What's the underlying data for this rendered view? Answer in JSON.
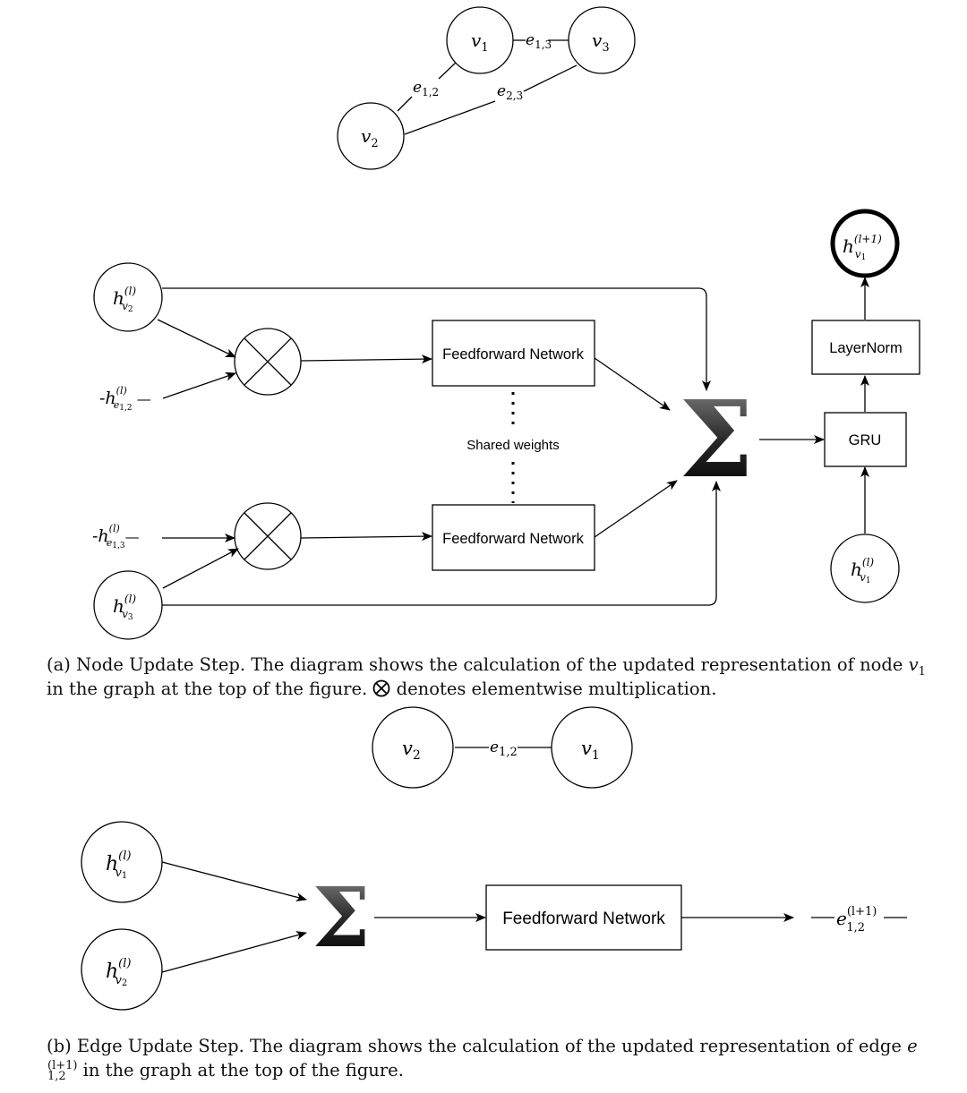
{
  "diagram": {
    "top_graph": {
      "nodes": {
        "v1": "v",
        "v1_sub": "1",
        "v2": "v",
        "v2_sub": "2",
        "v3": "v",
        "v3_sub": "3"
      },
      "edges": {
        "e12": "e",
        "e12_sub": "1,2",
        "e13": "e",
        "e13_sub": "1,3",
        "e23": "e",
        "e23_sub": "2,3"
      }
    },
    "node_update": {
      "h_v2": {
        "base": "h",
        "sup": "(l)",
        "sub": "v",
        "subsub": "2"
      },
      "h_v3": {
        "base": "h",
        "sup": "(l)",
        "sub": "v",
        "subsub": "3"
      },
      "h_e12": {
        "prefix": "-",
        "base": "h",
        "sup": "(l)",
        "sub": "e",
        "subsub": "1,2",
        "suffix": " —"
      },
      "h_e13": {
        "prefix": "-",
        "base": "h",
        "sup": "(l)",
        "sub": "e",
        "subsub": "1,3",
        "suffix": "—"
      },
      "h_v1_in": {
        "base": "h",
        "sup": "(l)",
        "sub": "v",
        "subsub": "1"
      },
      "h_v1_out": {
        "base": "h",
        "sup": "(l+1)",
        "sub": "v",
        "subsub": "1"
      },
      "ffn_top": "Feedforward Network",
      "ffn_bottom": "Feedforward Network",
      "shared_weights": "Shared weights",
      "gru": "GRU",
      "layernorm": "LayerNorm",
      "sigma": "Σ"
    },
    "caption_a": {
      "part1": "(a) Node Update Step. The diagram shows the calculation of the updated representation of node ",
      "node": "v",
      "node_sub": "1",
      "part2": "in the graph at the top of the figure.",
      "part3": "denotes elementwise multiplication."
    },
    "edge_graph": {
      "v2": "v",
      "v2_sub": "2",
      "v1": "v",
      "v1_sub": "1",
      "edge": "e",
      "edge_sub": "1,2"
    },
    "edge_update": {
      "h_v1": {
        "base": "h",
        "sup": "(l)",
        "sub": "v",
        "subsub": "1"
      },
      "h_v2": {
        "base": "h",
        "sup": "(l)",
        "sub": "v",
        "subsub": "2"
      },
      "ffn": "Feedforward Network",
      "sigma": "Σ",
      "output": {
        "base": "e",
        "sup": "(l+1)",
        "sub": "1,2"
      }
    },
    "caption_b": {
      "part1": "(b) Edge Update Step. The diagram shows the calculation of the updated representation of edge",
      "edge": "e",
      "edge_sup": "(l+1)",
      "edge_sub": "1,2",
      "part2": "in the graph at the top of the figure."
    }
  }
}
